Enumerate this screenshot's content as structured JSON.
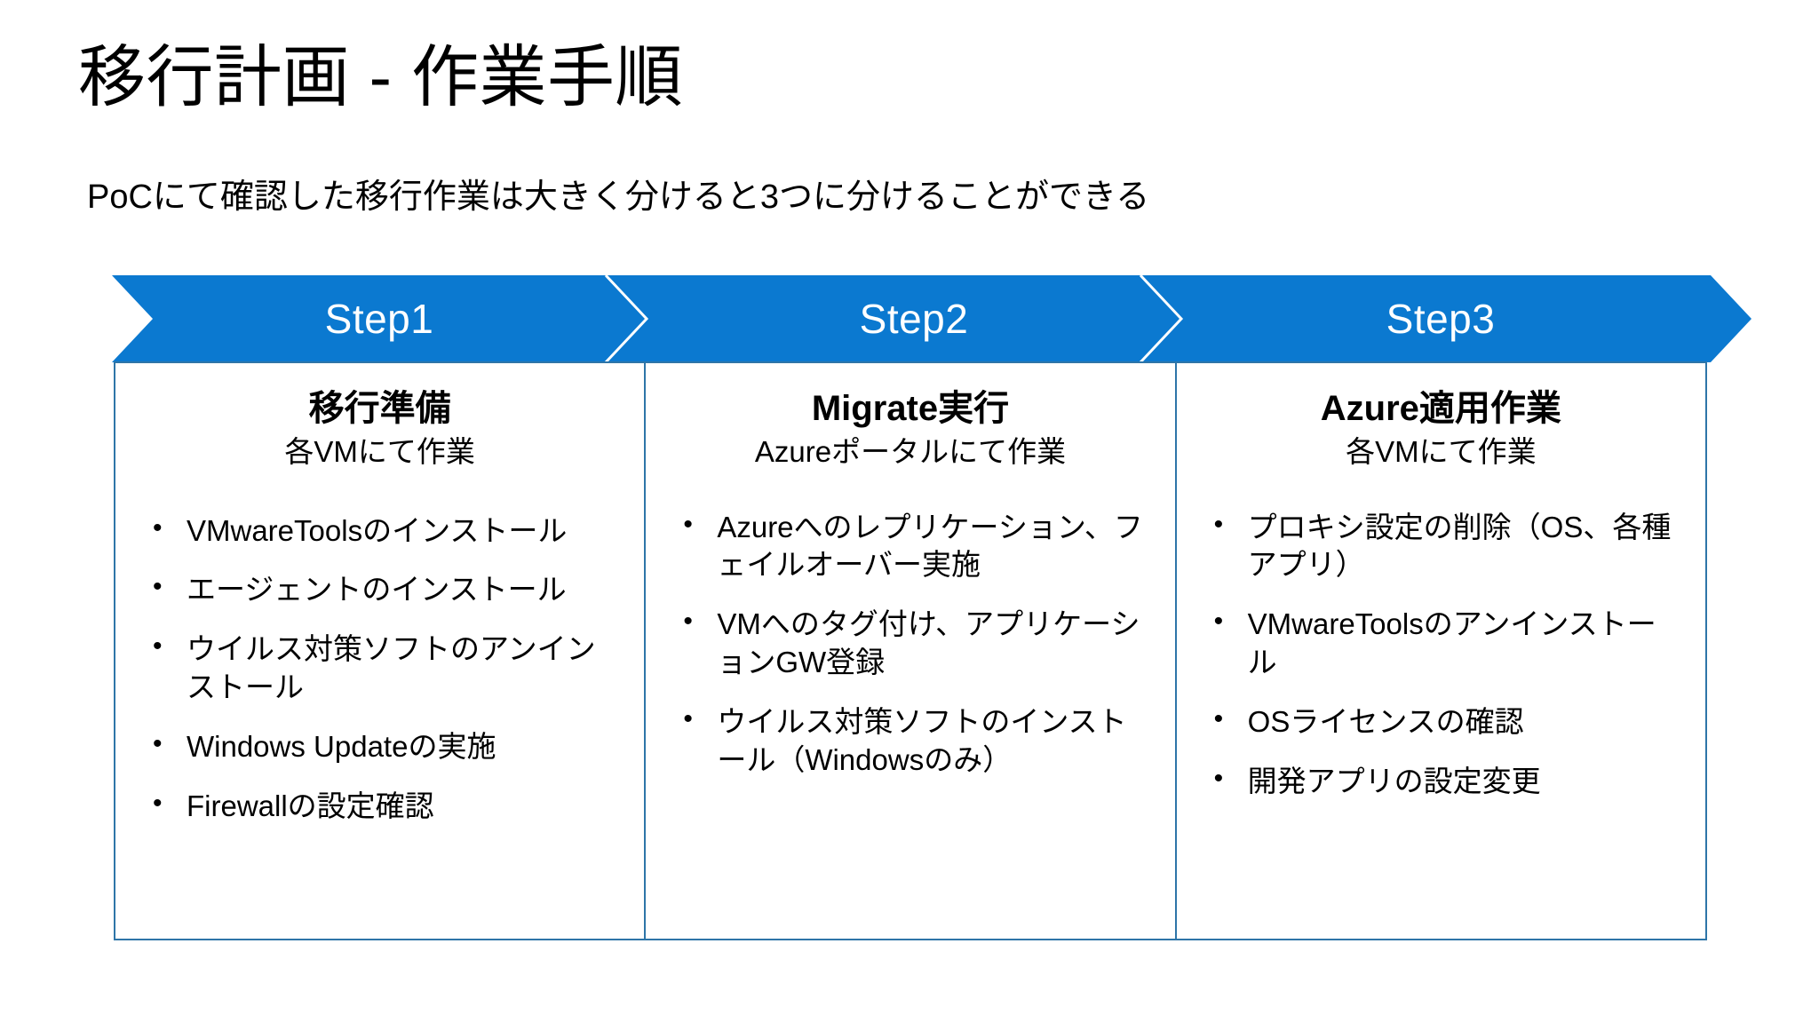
{
  "slide": {
    "title": "移行計画 - 作業手順",
    "subtitle": "PoCにて確認した移行作業は大きく分けると3つに分けることができる"
  },
  "colors": {
    "banner_blue": "#0B79D0",
    "border_blue": "#2E75A8",
    "banner_text": "#FFFFFF",
    "body_text": "#000000",
    "background": "#FFFFFF"
  },
  "banner": {
    "steps": [
      {
        "label": "Step1"
      },
      {
        "label": "Step2"
      },
      {
        "label": "Step3"
      }
    ]
  },
  "columns": [
    {
      "step": "Step1",
      "title": "移行準備",
      "subtitle": "各VMにて作業",
      "bullets": [
        "VMwareToolsのインストール",
        "エージェントのインストール",
        "ウイルス対策ソフトのアンインストール",
        "Windows Updateの実施",
        "Firewallの設定確認"
      ]
    },
    {
      "step": "Step2",
      "title": "Migrate実行",
      "subtitle": "Azureポータルにて作業",
      "bullets": [
        "Azureへのレプリケーション、フェイルオーバー実施",
        "VMへのタグ付け、アプリケーションGW登録",
        "ウイルス対策ソフトのインストール（Windowsのみ）"
      ]
    },
    {
      "step": "Step3",
      "title": "Azure適用作業",
      "subtitle": "各VMにて作業",
      "bullets": [
        "プロキシ設定の削除（OS、各種アプリ）",
        "VMwareToolsのアンインストール",
        "OSライセンスの確認",
        "開発アプリの設定変更"
      ]
    }
  ]
}
